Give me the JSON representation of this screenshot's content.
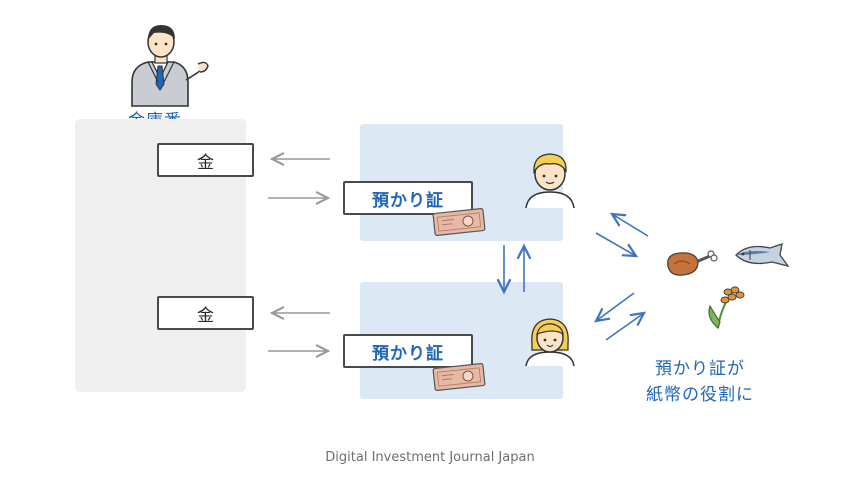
{
  "keeper": {
    "label": "金庫番",
    "icon": "businessman-presenting-icon"
  },
  "vault": {
    "gold_top": "金",
    "gold_bottom": "金"
  },
  "receipts": {
    "top": "預かり証",
    "bottom": "預かり証"
  },
  "people": {
    "top": "short-hair-person-icon",
    "bottom": "bob-hair-person-icon"
  },
  "goods": [
    "meat-icon",
    "fish-icon",
    "rice-plant-icon"
  ],
  "caption": {
    "line1": "預かり証が",
    "line2": "紙幣の役割に"
  },
  "footer": "Digital Investment Journal Japan",
  "colors": {
    "accent_blue": "#1f66b8",
    "arrow_gray": "#9a9a9a",
    "panel_blue": "#dce8f4",
    "panel_gray": "#efefef",
    "skin": "#fbe3c8",
    "hair_yellow": "#f4cf52",
    "banknote": "#d9a38a"
  }
}
